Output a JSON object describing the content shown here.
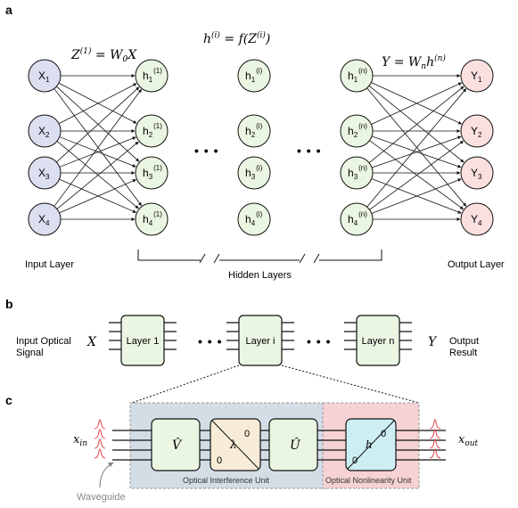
{
  "panels": {
    "a": "a",
    "b": "b",
    "c": "c"
  },
  "panel_a": {
    "eq_hidden": "h(i) = f(Z(i))",
    "eq_hidden_parts": {
      "lhs": "h",
      "sup_lhs": "(i)",
      "mid": " = f(Z",
      "sup_rhs": "(i)",
      "end": ")"
    },
    "eq_input": {
      "lhs": "Z",
      "sup": "(1)",
      "rhs": " = W",
      "sub": "0",
      "end": "X"
    },
    "eq_output": {
      "lhs": "Y = W",
      "sub": "n",
      "mid": "h",
      "sup": "(n)"
    },
    "inputs": [
      {
        "base": "X",
        "sub": "1"
      },
      {
        "base": "X",
        "sub": "2"
      },
      {
        "base": "X",
        "sub": "3"
      },
      {
        "base": "X",
        "sub": "4"
      }
    ],
    "hidden_layer_1": [
      {
        "base": "h",
        "sub": "1",
        "sup": "(1)"
      },
      {
        "base": "h",
        "sub": "2",
        "sup": "(1)"
      },
      {
        "base": "h",
        "sub": "3",
        "sup": "(1)"
      },
      {
        "base": "h",
        "sub": "4",
        "sup": "(1)"
      }
    ],
    "hidden_layer_i": [
      {
        "base": "h",
        "sub": "1",
        "sup": "(i)"
      },
      {
        "base": "h",
        "sub": "2",
        "sup": "(i)"
      },
      {
        "base": "h",
        "sub": "3",
        "sup": "(i)"
      },
      {
        "base": "h",
        "sub": "4",
        "sup": "(i)"
      }
    ],
    "hidden_layer_n": [
      {
        "base": "h",
        "sub": "1",
        "sup": "(n)"
      },
      {
        "base": "h",
        "sub": "2",
        "sup": "(n)"
      },
      {
        "base": "h",
        "sub": "3",
        "sup": "(n)"
      },
      {
        "base": "h",
        "sub": "4",
        "sup": "(n)"
      }
    ],
    "outputs": [
      {
        "base": "Y",
        "sub": "1"
      },
      {
        "base": "Y",
        "sub": "2"
      },
      {
        "base": "Y",
        "sub": "3"
      },
      {
        "base": "Y",
        "sub": "4"
      }
    ],
    "ellipsis": "• • •",
    "label_input": "Input Layer",
    "label_hidden": "Hidden Layers",
    "label_output": "Output Layer"
  },
  "panel_b": {
    "input_label_line1": "Input Optical",
    "input_label_line2": "Signal",
    "x_symbol": "X",
    "layer_1": "Layer 1",
    "layer_i": "Layer i",
    "layer_n": "Layer n",
    "ellipsis": "• • •",
    "y_symbol": "Y",
    "output_label_line1": "Output",
    "output_label_line2": "Result"
  },
  "panel_c": {
    "x_in": "x",
    "x_in_sub": "in",
    "x_out": "x",
    "x_out_sub": "out",
    "v_hat": "V̂",
    "lambda": "λ",
    "zero": "0",
    "u_hat": "Û",
    "h": "h",
    "oiu_label": "Optical Interference Unit",
    "onu_label": "Optical Nonlinearity Unit",
    "waveguide": "Waveguide"
  },
  "colors": {
    "input_node": "#dcdff0",
    "hidden_node": "#eaf6e2",
    "output_node": "#fbe0e0",
    "layer_box": "#eaf6e2",
    "oiu_bg": "#d3dde6",
    "onu_bg": "#f6d2d4",
    "v_box": "#eaf6e2",
    "lambda_box": "#f7ecd7",
    "h_box": "#cdeff4",
    "pulse": "#e04040"
  }
}
